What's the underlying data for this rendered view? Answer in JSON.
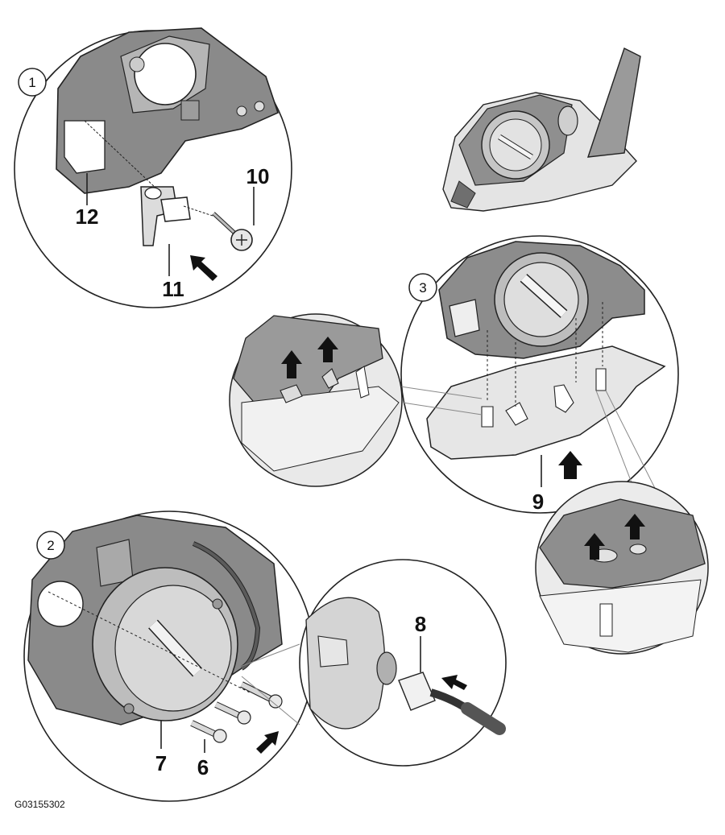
{
  "figure": {
    "id_code": "G03155302",
    "steps": [
      "1",
      "2",
      "3"
    ],
    "callouts": {
      "c6": "6",
      "c7": "7",
      "c8": "8",
      "c9": "9",
      "c10": "10",
      "c11": "11",
      "c12": "12"
    },
    "icons": [
      "arrow-icon",
      "screw-icon",
      "clip-icon",
      "connector-icon"
    ],
    "colors": {
      "line": "#222222",
      "metal_dark": "#7d7d7d",
      "metal_mid": "#a8a8a8",
      "metal_light": "#d2d2d2",
      "panel_fill": "#e9e9e9",
      "arrow": "#111111"
    }
  }
}
